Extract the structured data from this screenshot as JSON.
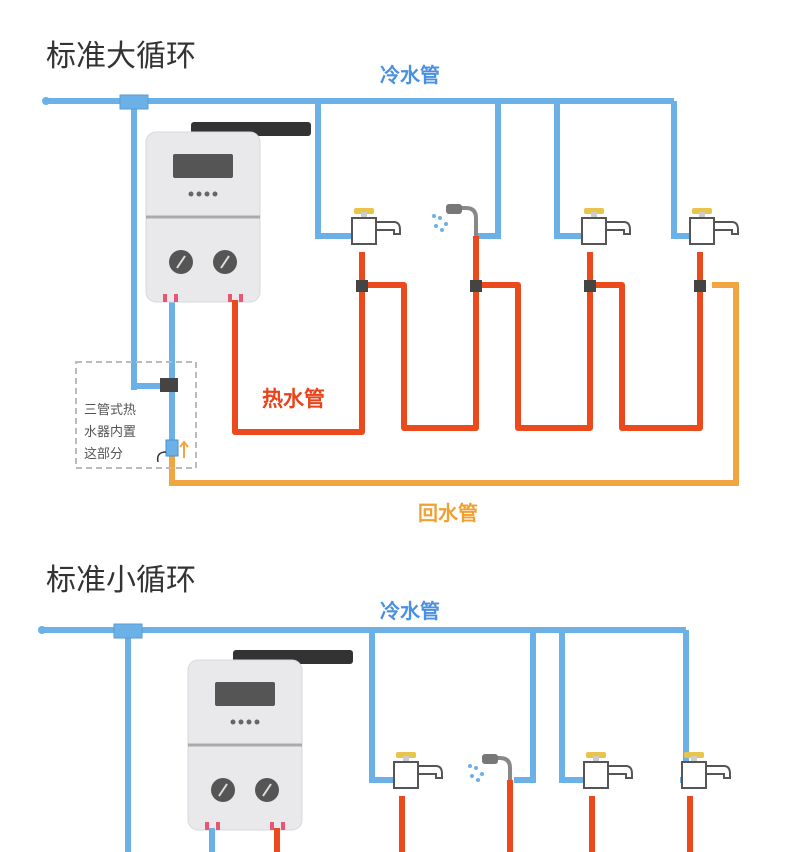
{
  "diagram1": {
    "title": "标准大循环",
    "cold_label": "冷水管",
    "hot_label": "热水管",
    "return_label": "回水管",
    "note_lines": [
      "三管式热",
      "水器内置",
      "这部分"
    ]
  },
  "diagram2": {
    "title": "标准小循环",
    "cold_label": "冷水管"
  },
  "colors": {
    "cold": "#6cb0e8",
    "hot": "#ea4a1c",
    "return": "#f2a641",
    "heater_body": "#e9e9ec"
  },
  "icons": [
    "faucet-icon",
    "shower-head-icon",
    "water-heater-icon",
    "tee-fitting-icon",
    "check-valve-icon",
    "up-arrow-icon"
  ]
}
